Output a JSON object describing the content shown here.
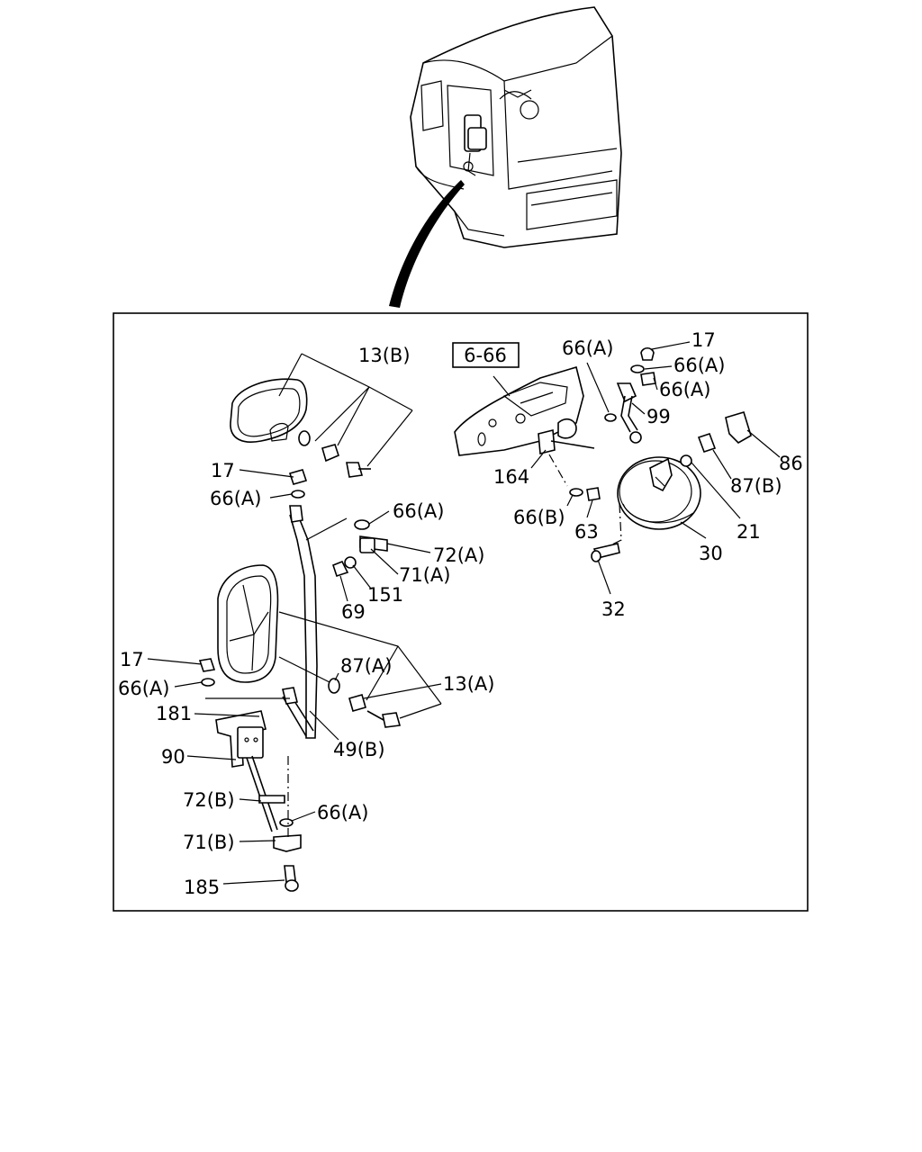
{
  "reference_box": "6-66",
  "labels": {
    "l13b": "13(B)",
    "l17a": "17",
    "l66a1": "66(A)",
    "l66a2": "66(A)",
    "l72a": "72(A)",
    "l71a": "71(A)",
    "l151": "151",
    "l69": "69",
    "l17b": "17",
    "l66a3": "66(A)",
    "l87a": "87(A)",
    "l13a": "13(A)",
    "l181": "181",
    "l90": "90",
    "l49b": "49(B)",
    "l72b": "72(B)",
    "l66a4": "66(A)",
    "l71b": "71(B)",
    "l185": "185",
    "l66a5": "66(A)",
    "l17c": "17",
    "l66a6": "66(A)",
    "l66a7": "66(A)",
    "l99": "99",
    "l86": "86",
    "l164": "164",
    "l87b": "87(B)",
    "l66b": "66(B)",
    "l63": "63",
    "l21": "21",
    "l30": "30",
    "l32": "32"
  }
}
